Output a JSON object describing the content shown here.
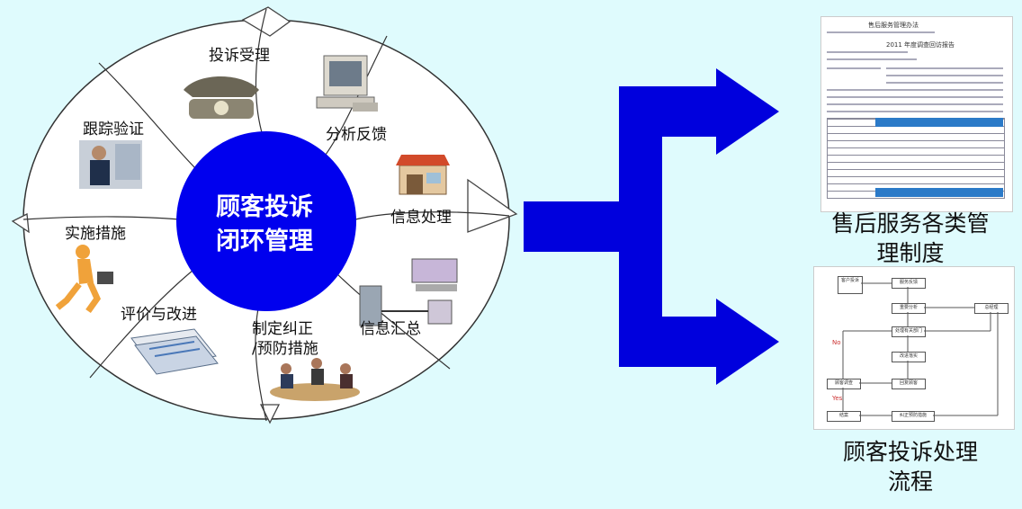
{
  "center": {
    "line1": "顾客投诉",
    "line2": "闭环管理"
  },
  "cycle_steps": {
    "complaint_receipt": "投诉受理",
    "analysis_feedback": "分析反馈",
    "info_processing": "信息处理",
    "info_summary": "信息汇总",
    "corrective_line1": "制定纠正",
    "corrective_line2": "/预防措施",
    "evaluation": "评价与改进",
    "implementation": "实施措施",
    "tracking": "跟踪验证"
  },
  "icons": {
    "telephone": "telephone-icon",
    "computer": "computer-icon",
    "shop": "shop-icon",
    "workstation": "workstation-icon",
    "meeting": "meeting-icon",
    "documents": "documents-icon",
    "runner": "runner-icon",
    "officer": "office-worker-icon"
  },
  "outputs": {
    "doc1_title_line1": "售后服务各类管",
    "doc1_title_line2": "理制度",
    "doc2_title_line1": "顾客投诉处理",
    "doc2_title_line2": "流程"
  },
  "doc1": {
    "heading": "售后服务管理办法",
    "subheading": "2011 年度调查回访报告"
  },
  "flowchart": {
    "nodes": [
      "客户投诉",
      "服务反馈",
      "重要分析",
      "总经理",
      "处理有关部门",
      "改进落实",
      "顾客调查",
      "回复顾客",
      "结案",
      "纠正预防措施"
    ],
    "no_label": "No",
    "yes_label": "Yes"
  },
  "colors": {
    "background": "#dffbfd",
    "center_fill": "#0000ee",
    "arrow_blue": "#0000dd",
    "ellipse_stroke": "#333333"
  }
}
